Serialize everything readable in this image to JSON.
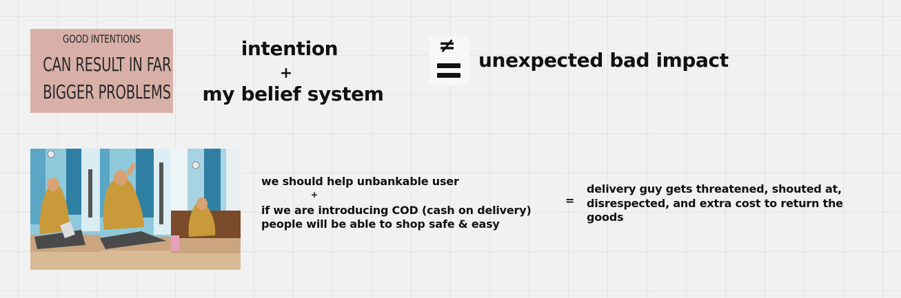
{
  "card": {
    "line1": "GOOD INTENTIONS",
    "line2": "CAN RESULT IN FAR",
    "line3": "BIGGER PROBLEMS",
    "bg_color": "#d8b0a8"
  },
  "equation": {
    "term1": "intention",
    "plus": "+",
    "term2": "my belief system",
    "not_equal": "≠",
    "result": "unexpected bad impact"
  },
  "photos": [
    {
      "icon": "woman-in-hijab-photo-1"
    },
    {
      "icon": "woman-in-hijab-photo-2"
    },
    {
      "icon": "woman-in-hijab-photo-3"
    }
  ],
  "example": {
    "line1": "we should help unbankable user",
    "plus": "+",
    "line2": "if we are introducing COD (cash on delivery)",
    "line3": "people will be able to shop safe & easy",
    "equals": "=",
    "result_line1": "delivery guy gets threatened, shouted at,",
    "result_line2": "disrespected, and extra cost to return the",
    "result_line3": "goods"
  }
}
